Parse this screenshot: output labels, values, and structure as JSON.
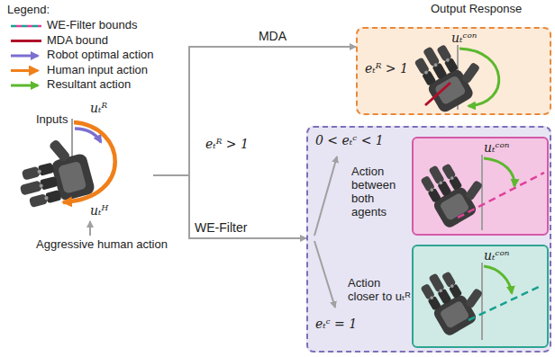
{
  "diagram": {
    "nodes": [
      {
        "text": [
          "Inputs"
        ]
      },
      {
        "text": [
          "eₜᴿ > 1",
          "uₜᶜᵒⁿ"
        ]
      },
      {
        "text": [
          "0 < eₜᶜ < 1",
          "Action between both agents",
          "Action closer to uₜᴿ",
          "eₜᶜ = 1"
        ]
      },
      {
        "text": [
          "uₜᶜᵒⁿ"
        ],
        "in": 2
      },
      {
        "text": [
          "uₜᶜᵒⁿ"
        ],
        "in": 2
      }
    ],
    "edges": [
      {
        "from": 0,
        "to": 1,
        "label": "MDA",
        "arrow": "to"
      },
      {
        "from": 0,
        "to": 2,
        "label": "WE-Filter",
        "arrow": "to"
      }
    ],
    "labels": [
      "Legend:",
      "Output Response",
      "uₜᴿ",
      "uₜᴴ",
      "Aggressive human action",
      "eₜᴿ > 1"
    ],
    "legend": [
      {
        "text": "WE-Filter bounds"
      },
      {
        "text": "MDA bound"
      },
      {
        "text": "Robot optimal action"
      },
      {
        "text": "Human input action"
      },
      {
        "text": "Resultant action"
      }
    ]
  }
}
